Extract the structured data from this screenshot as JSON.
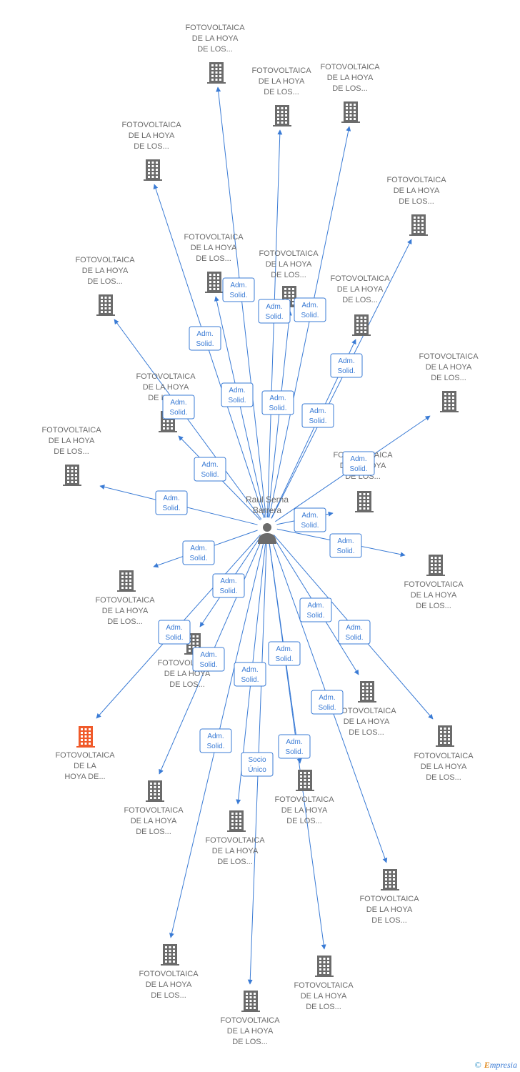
{
  "colors": {
    "edge": "#3a7bd5",
    "node": "#6b6b6b",
    "highlight": "#f05a2a",
    "center": "#6b6b6b"
  },
  "center": {
    "label_lines": [
      "Raul Serna",
      "Barrera"
    ],
    "icon": "person-icon"
  },
  "nodes": [
    {
      "id": "n1",
      "label_lines": [
        "FOTOVOLTAICA",
        "DE LA HOYA",
        "DE LOS..."
      ],
      "icon": "building-icon"
    },
    {
      "id": "n2",
      "label_lines": [
        "FOTOVOLTAICA",
        "DE LA HOYA",
        "DE LOS..."
      ],
      "icon": "building-icon"
    },
    {
      "id": "n3",
      "label_lines": [
        "FOTOVOLTAICA",
        "DE LA HOYA",
        "DE LOS..."
      ],
      "icon": "building-icon"
    },
    {
      "id": "n4",
      "label_lines": [
        "FOTOVOLTAICA",
        "DE LA HOYA",
        "DE LOS..."
      ],
      "icon": "building-icon"
    },
    {
      "id": "n5",
      "label_lines": [
        "FOTOVOLTAICA",
        "DE LA HOYA",
        "DE LOS..."
      ],
      "icon": "building-icon"
    },
    {
      "id": "n6",
      "label_lines": [
        "FOTOVOLTAICA",
        "DE LA HOYA",
        "DE LOS..."
      ],
      "icon": "building-icon"
    },
    {
      "id": "n7",
      "label_lines": [
        "FOTOVOLTAICA",
        "DE LA HOYA",
        "DE LOS..."
      ],
      "icon": "building-icon"
    },
    {
      "id": "n8",
      "label_lines": [
        "FOTOVOLTAICA",
        "DE LA HOYA",
        "DE LOS..."
      ],
      "icon": "building-icon"
    },
    {
      "id": "n9",
      "label_lines": [
        "FOTOVOLTAICA",
        "DE LA HOYA",
        "DE LOS..."
      ],
      "icon": "building-icon"
    },
    {
      "id": "n10",
      "label_lines": [
        "FOTOVOLTAICA",
        "DE LA HOYA",
        "DE LOS..."
      ],
      "icon": "building-icon"
    },
    {
      "id": "n11",
      "label_lines": [
        "FOTOVOLTAICA",
        "DE LA HOYA",
        "DE LOS..."
      ],
      "icon": "building-icon"
    },
    {
      "id": "n12",
      "label_lines": [
        "FOTOVOLTAICA",
        "DE LA HOYA",
        "DE LOS..."
      ],
      "icon": "building-icon"
    },
    {
      "id": "n13",
      "label_lines": [
        "FOTOVOLTAICA",
        "DE LA HOYA",
        "DE LOS..."
      ],
      "icon": "building-icon"
    },
    {
      "id": "n14",
      "label_lines": [
        "FOTOVOLTAICA",
        "DE LA HOYA",
        "DE LOS..."
      ],
      "icon": "building-icon"
    },
    {
      "id": "n15",
      "label_lines": [
        "FOTOVOLTAICA",
        "DE LA HOYA",
        "DE LOS..."
      ],
      "icon": "building-icon"
    },
    {
      "id": "n16",
      "label_lines": [
        "FOTOVOLTAICA",
        "DE LA",
        "HOYA DE..."
      ],
      "icon": "building-icon",
      "highlight": true
    },
    {
      "id": "n17",
      "label_lines": [
        "FOTOVOLTAICA",
        "DE LA HOYA",
        "DE LOS..."
      ],
      "icon": "building-icon"
    },
    {
      "id": "n18",
      "label_lines": [
        "FOTOVOLTAICA",
        "DE LA HOYA",
        "DE LOS..."
      ],
      "icon": "building-icon"
    },
    {
      "id": "n19",
      "label_lines": [
        "FOTOVOLTAICA",
        "DE LA HOYA",
        "DE LOS..."
      ],
      "icon": "building-icon"
    },
    {
      "id": "n20",
      "label_lines": [
        "FOTOVOLTAICA",
        "DE LA HOYA",
        "DE LOS..."
      ],
      "icon": "building-icon"
    },
    {
      "id": "n21",
      "label_lines": [
        "FOTOVOLTAICA",
        "DE LA HOYA",
        "DE LOS..."
      ],
      "icon": "building-icon"
    },
    {
      "id": "n22",
      "label_lines": [
        "FOTOVOLTAICA",
        "DE LA HOYA",
        "DE LOS..."
      ],
      "icon": "building-icon"
    },
    {
      "id": "n23",
      "label_lines": [
        "FOTOVOLTAICA",
        "DE LA HOYA",
        "DE LOS..."
      ],
      "icon": "building-icon"
    },
    {
      "id": "n24",
      "label_lines": [
        "FOTOVOLTAICA",
        "DE LA HOYA",
        "DE LOS..."
      ],
      "icon": "building-icon"
    },
    {
      "id": "n25",
      "label_lines": [
        "FOTOVOLTAICA",
        "DE LA HOYA",
        "DE LOS..."
      ],
      "icon": "building-icon"
    },
    {
      "id": "n26",
      "label_lines": [
        "FOTOVOLTAICA",
        "DE LA HOYA",
        "DE LOS..."
      ],
      "icon": "building-icon"
    }
  ],
  "edges": [
    {
      "to": "n1",
      "label_lines": [
        "Adm.",
        "Solid."
      ]
    },
    {
      "to": "n2",
      "label_lines": [
        "Adm.",
        "Solid."
      ]
    },
    {
      "to": "n3",
      "label_lines": [
        "Adm.",
        "Solid."
      ]
    },
    {
      "to": "n4",
      "label_lines": [
        "Adm.",
        "Solid."
      ]
    },
    {
      "to": "n5",
      "label_lines": [
        "Adm.",
        "Solid."
      ]
    },
    {
      "to": "n6",
      "label_lines": [
        "Adm.",
        "Solid."
      ]
    },
    {
      "to": "n7",
      "label_lines": [
        "Adm.",
        "Solid."
      ]
    },
    {
      "to": "n8",
      "label_lines": [
        "Adm.",
        "Solid."
      ]
    },
    {
      "to": "n9",
      "label_lines": [
        "Adm.",
        "Solid."
      ]
    },
    {
      "to": "n10",
      "label_lines": [
        "Adm.",
        "Solid."
      ]
    },
    {
      "to": "n11",
      "label_lines": [
        "Adm.",
        "Solid."
      ]
    },
    {
      "to": "n12",
      "label_lines": [
        "Adm.",
        "Solid."
      ]
    },
    {
      "to": "n13",
      "label_lines": [
        "Adm.",
        "Solid."
      ]
    },
    {
      "to": "n14",
      "label_lines": [
        "Adm.",
        "Solid."
      ]
    },
    {
      "to": "n15",
      "label_lines": [
        "Adm.",
        "Solid."
      ]
    },
    {
      "to": "n16",
      "label_lines": [
        "Adm.",
        "Solid."
      ]
    },
    {
      "to": "n17",
      "label_lines": [
        "Adm.",
        "Solid."
      ]
    },
    {
      "to": "n18",
      "label_lines": [
        "Adm.",
        "Solid."
      ]
    },
    {
      "to": "n19",
      "label_lines": [
        "Adm.",
        "Solid."
      ]
    },
    {
      "to": "n20",
      "label_lines": [
        "Adm.",
        "Solid."
      ]
    },
    {
      "to": "n21",
      "label_lines": [
        "Adm.",
        "Solid."
      ]
    },
    {
      "to": "n22",
      "label_lines": [
        "Socio",
        "Único"
      ]
    },
    {
      "to": "n23",
      "label_lines": [
        "Adm.",
        "Solid."
      ]
    },
    {
      "to": "n24",
      "label_lines": [
        "Adm.",
        "Solid."
      ]
    },
    {
      "to": "n25",
      "label_lines": [
        "Adm.",
        "Solid."
      ]
    },
    {
      "to": "n26",
      "label_lines": [
        "Adm.",
        "Solid."
      ]
    }
  ],
  "watermark": {
    "copyright": "©",
    "brand_initial": "E",
    "brand_rest": "mpresia"
  }
}
